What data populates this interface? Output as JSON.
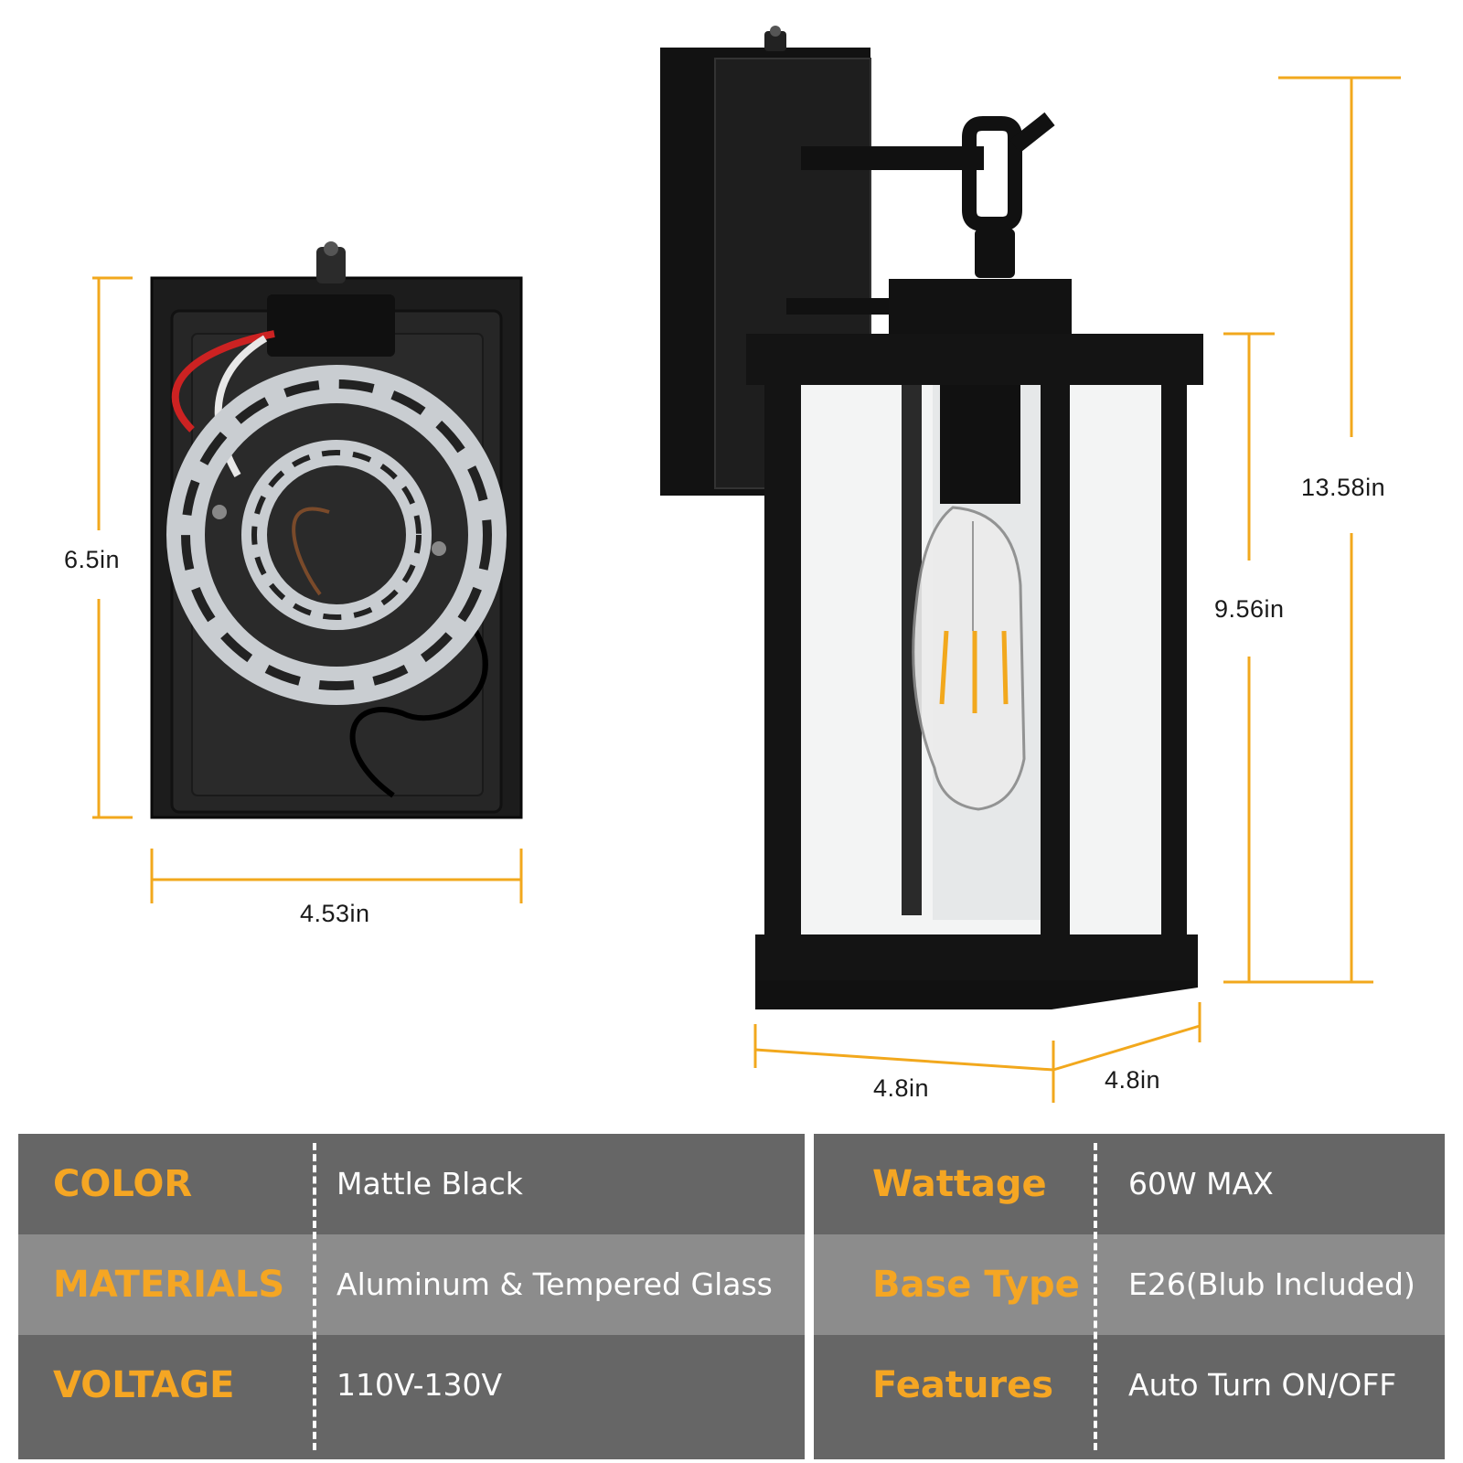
{
  "colors": {
    "dimension": "#F2A81D",
    "row_dark": "#666666",
    "row_light": "#8c8c8c",
    "key_text": "#F5A623",
    "value_text": "#ffffff",
    "fixture": "#141414"
  },
  "dimensions": {
    "backplate_height": "6.5in",
    "backplate_width": "4.53in",
    "total_height": "13.58in",
    "lantern_height": "9.56in",
    "lantern_width": "4.8in",
    "lantern_depth": "4.8in"
  },
  "specs_left": [
    {
      "key": "COLOR",
      "value": "Mattle Black"
    },
    {
      "key": "MATERIALS",
      "value": "Aluminum & Tempered Glass"
    },
    {
      "key": "VOLTAGE",
      "value": "110V-130V"
    }
  ],
  "specs_right": [
    {
      "key": "Wattage",
      "value": "60W MAX"
    },
    {
      "key": "Base Type",
      "value": "E26(Blub Included)"
    },
    {
      "key": "Features",
      "value": "Auto Turn ON/OFF"
    }
  ]
}
